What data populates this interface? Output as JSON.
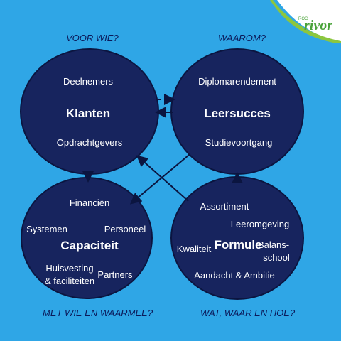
{
  "colors": {
    "background": "#2fa6e6",
    "circle_fill": "#17245e",
    "circle_stroke": "#0b1540",
    "label_color": "#0b1a5a",
    "logo_green": "#8cc63f"
  },
  "logo": {
    "small": "ROC",
    "word": "rivor"
  },
  "questions": {
    "top_left": "VOOR WIE?",
    "top_right": "WAAROM?",
    "bottom_left": "MET WIE EN WAARMEE?",
    "bottom_right": "WAT, WAAR EN HOE?"
  },
  "klanten": {
    "title": "Klanten",
    "items": [
      "Deelnemers",
      "Opdrachtgevers"
    ]
  },
  "leersucces": {
    "title": "Leersucces",
    "items": [
      "Diplomarendement",
      "Studievoortgang"
    ]
  },
  "capaciteit": {
    "title": "Capaciteit",
    "items": [
      "Financiën",
      "Systemen",
      "Personeel",
      "Huisvesting",
      "& faciliteiten",
      "Partners"
    ]
  },
  "formule": {
    "title": "Formule",
    "items": [
      "Assortiment",
      "Leeromgeving",
      "Kwaliteit",
      "Balans-",
      "school",
      "Aandacht & Ambitie"
    ]
  }
}
